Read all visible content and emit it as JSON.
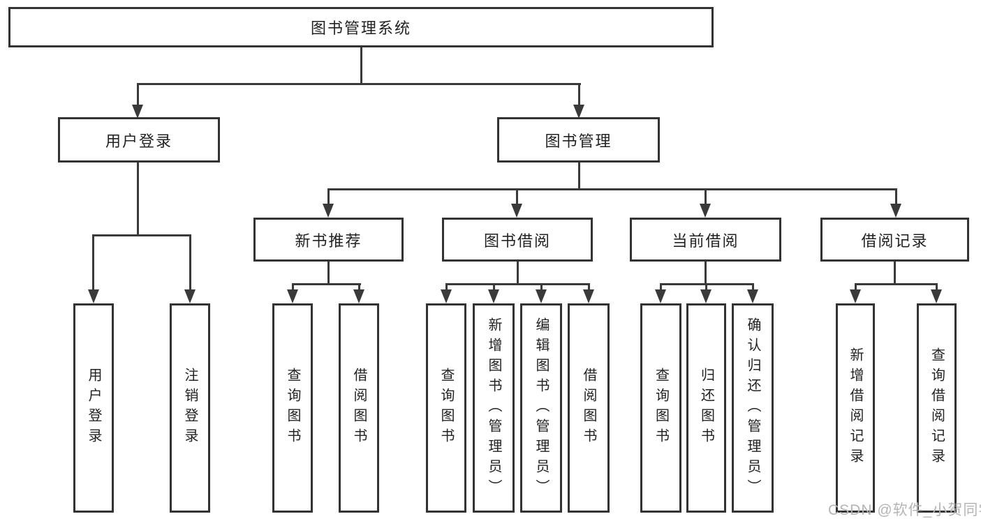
{
  "diagram": {
    "root": {
      "label": "图书管理系统"
    },
    "level2": [
      {
        "id": "user-login",
        "label": "用户登录"
      },
      {
        "id": "book-management",
        "label": "图书管理"
      }
    ],
    "level3": [
      {
        "id": "new-book-recommendation",
        "label": "新书推荐",
        "parent": "图书管理"
      },
      {
        "id": "book-borrowing",
        "label": "图书借阅",
        "parent": "图书管理"
      },
      {
        "id": "current-borrowing",
        "label": "当前借阅",
        "parent": "图书管理"
      },
      {
        "id": "borrowing-records",
        "label": "借阅记录",
        "parent": "图书管理"
      }
    ],
    "leaves": [
      {
        "label": "用户登录",
        "parent": "用户登录"
      },
      {
        "label": "注销登录",
        "parent": "用户登录"
      },
      {
        "label": "查询图书",
        "parent": "新书推荐"
      },
      {
        "label": "借阅图书",
        "parent": "新书推荐"
      },
      {
        "label": "查询图书",
        "parent": "图书借阅"
      },
      {
        "label": "新增图书（管理员）",
        "parent": "图书借阅"
      },
      {
        "label": "编辑图书（管理员）",
        "parent": "图书借阅"
      },
      {
        "label": "借阅图书",
        "parent": "图书借阅"
      },
      {
        "label": "查询图书",
        "parent": "当前借阅"
      },
      {
        "label": "归还图书",
        "parent": "当前借阅"
      },
      {
        "label": "确认归还（管理员）",
        "parent": "当前借阅"
      },
      {
        "label": "新增借阅记录",
        "parent": "借阅记录"
      },
      {
        "label": "查询借阅记录",
        "parent": "借阅记录"
      }
    ]
  },
  "watermark": {
    "text": "CSDN @软件_小贺同学"
  },
  "colors": {
    "line": "#3a3a3a",
    "border": "#333333",
    "text": "#222222",
    "watermark": "#b5b5b5",
    "background": "#ffffff"
  }
}
